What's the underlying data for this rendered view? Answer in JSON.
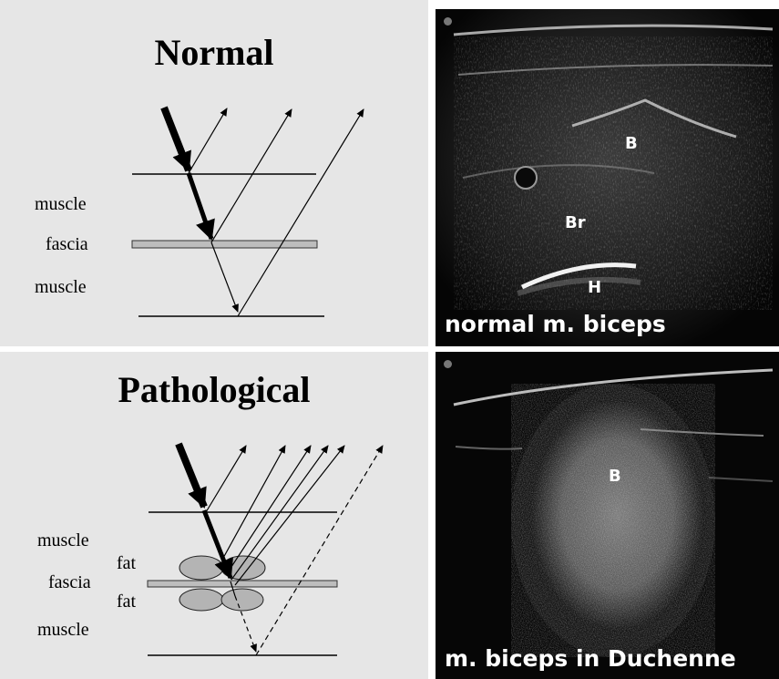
{
  "normal": {
    "title": "Normal",
    "labels": {
      "muscle_top": "muscle",
      "fascia": "fascia",
      "muscle_bottom": "muscle"
    }
  },
  "pathological": {
    "title": "Pathological",
    "labels": {
      "muscle_top": "muscle",
      "fat_top": "fat",
      "fascia": "fascia",
      "fat_bottom": "fat",
      "muscle_bottom": "muscle"
    }
  },
  "ultrasound_normal": {
    "caption": "normal m. biceps",
    "labels": {
      "b": "B",
      "br": "Br",
      "h": "H"
    }
  },
  "ultrasound_duchenne": {
    "caption": "m. biceps in Duchenne",
    "labels": {
      "b": "B"
    }
  },
  "colors": {
    "schematic_bg": "#e6e6e6",
    "fascia_fill": "#bdbdbd",
    "fat_fill": "#b4b4b4",
    "us_bg": "#050505",
    "caption_text": "#ffffff"
  },
  "icons": [
    "incident-arrow-icon",
    "reflected-arrow-icon",
    "dashed-arrow-icon",
    "probe-marker-icon"
  ]
}
